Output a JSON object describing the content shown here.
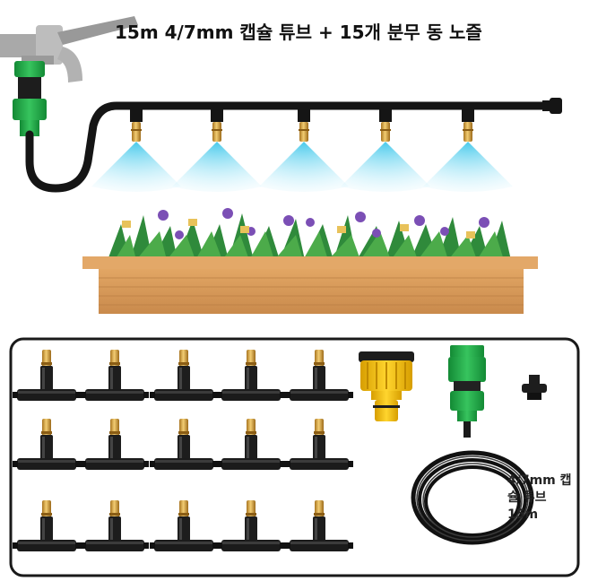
{
  "title": "15m 4/7mm 캡슐 튜브 + 15개 분무 동 노즐",
  "tube_label": {
    "line1": "4/7mm 캡",
    "line2": "슐 튜브",
    "line3": "15m"
  },
  "colors": {
    "tube": "#1b1b1b",
    "brass": "#d9a441",
    "connector_green": "#22a547",
    "adapter_yellow": "#f2c200",
    "spray": "#5fd0ee",
    "planter": "#d99a5a",
    "planter_dark": "#b5773f",
    "faucet": "#a8a8a8",
    "border": "#1a1a1a"
  },
  "icons": [
    "faucet-icon",
    "quick-connector-icon",
    "nozzle-icon",
    "tee-fitting-icon",
    "plug-icon",
    "tube-coil-icon",
    "flower-box-icon"
  ]
}
